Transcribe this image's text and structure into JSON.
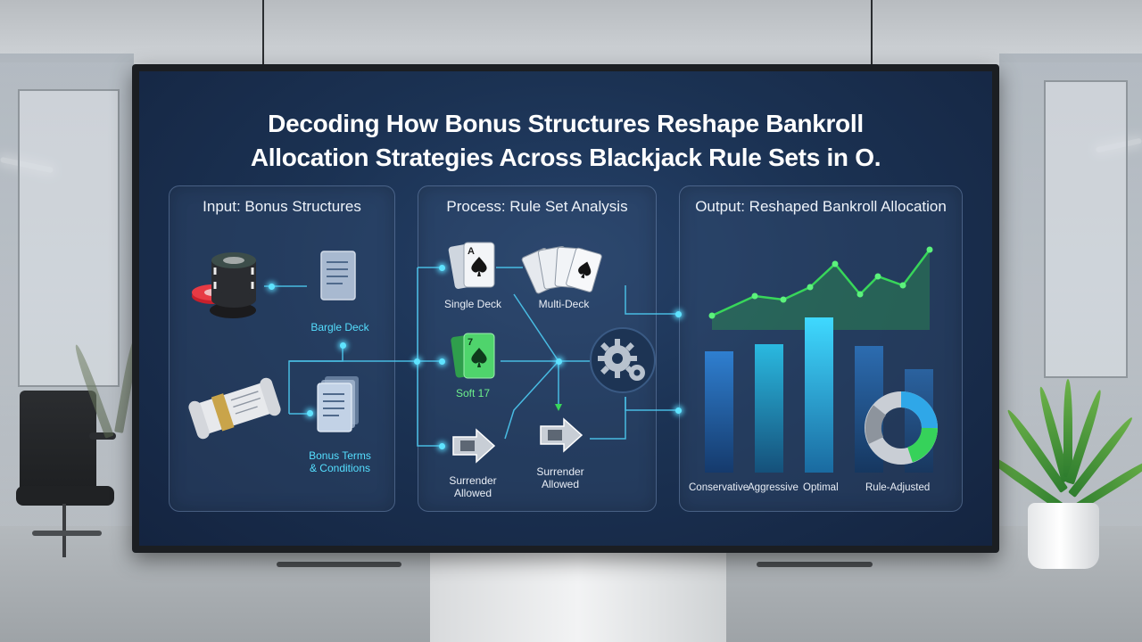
{
  "title": {
    "line1": "Decoding How Bonus Structures Reshape Bankroll",
    "line2": "Allocation Strategies Across Blackjack Rule Sets in O."
  },
  "panels": {
    "input": {
      "title": "Input: Bonus Structures",
      "labels": [
        "Bargle Deck",
        "Bonus Terms",
        "& Conditions"
      ]
    },
    "process": {
      "title": "Process: Rule Set Analysis",
      "labels": [
        "Single Deck",
        "Multi-Deck",
        "Soft 17",
        "Surrender",
        "Allowed",
        "Surrender",
        "Allowed"
      ]
    },
    "output": {
      "title": "Output: Reshaped Bankroll Allocation",
      "labels": [
        "Conservative",
        "Aggressive",
        "Optimal",
        "Rule-Adjusted"
      ]
    }
  },
  "icons": [
    "poker-chips-icon",
    "document-icon",
    "scroll-icon",
    "document-stack-icon",
    "ace-of-spades-card-icon",
    "card-fan-icon",
    "seven-of-spades-card-icon",
    "right-arrow-icon",
    "gear-icon",
    "line-trend-icon",
    "bar-chart-icon",
    "donut-chart-icon"
  ],
  "colors": {
    "screen_bg": "#1b3253",
    "accent_cyan": "#55dfff",
    "accent_green": "#38d65a",
    "bar_blue": "#2f86c8"
  }
}
